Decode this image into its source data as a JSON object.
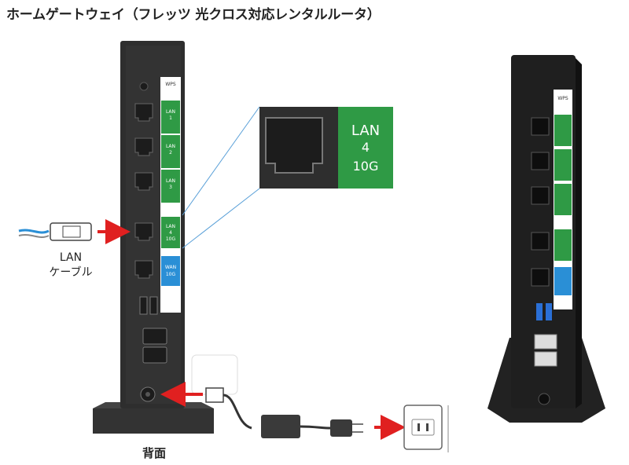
{
  "title": "ホームゲートウェイ（フレッツ 光クロス対応レンタルルータ）",
  "back_label": "背面",
  "cable_label": {
    "line1": "LAN",
    "line2": "ケーブル"
  },
  "ports": {
    "wps": "WPS",
    "lan1": {
      "name": "LAN",
      "num": "1"
    },
    "lan2": {
      "name": "LAN",
      "num": "2"
    },
    "lan3": {
      "name": "LAN",
      "num": "3"
    },
    "lan4": {
      "name": "LAN",
      "num": "4",
      "speed": "10G"
    },
    "wan": {
      "name": "WAN",
      "speed": "10G"
    }
  },
  "zoom": {
    "line1": "LAN",
    "line2": "4",
    "line3": "10G"
  },
  "colors": {
    "green": "#2f9a45",
    "blue": "#2a8fd6",
    "red": "#e02020",
    "device": "#2e2e2e"
  }
}
